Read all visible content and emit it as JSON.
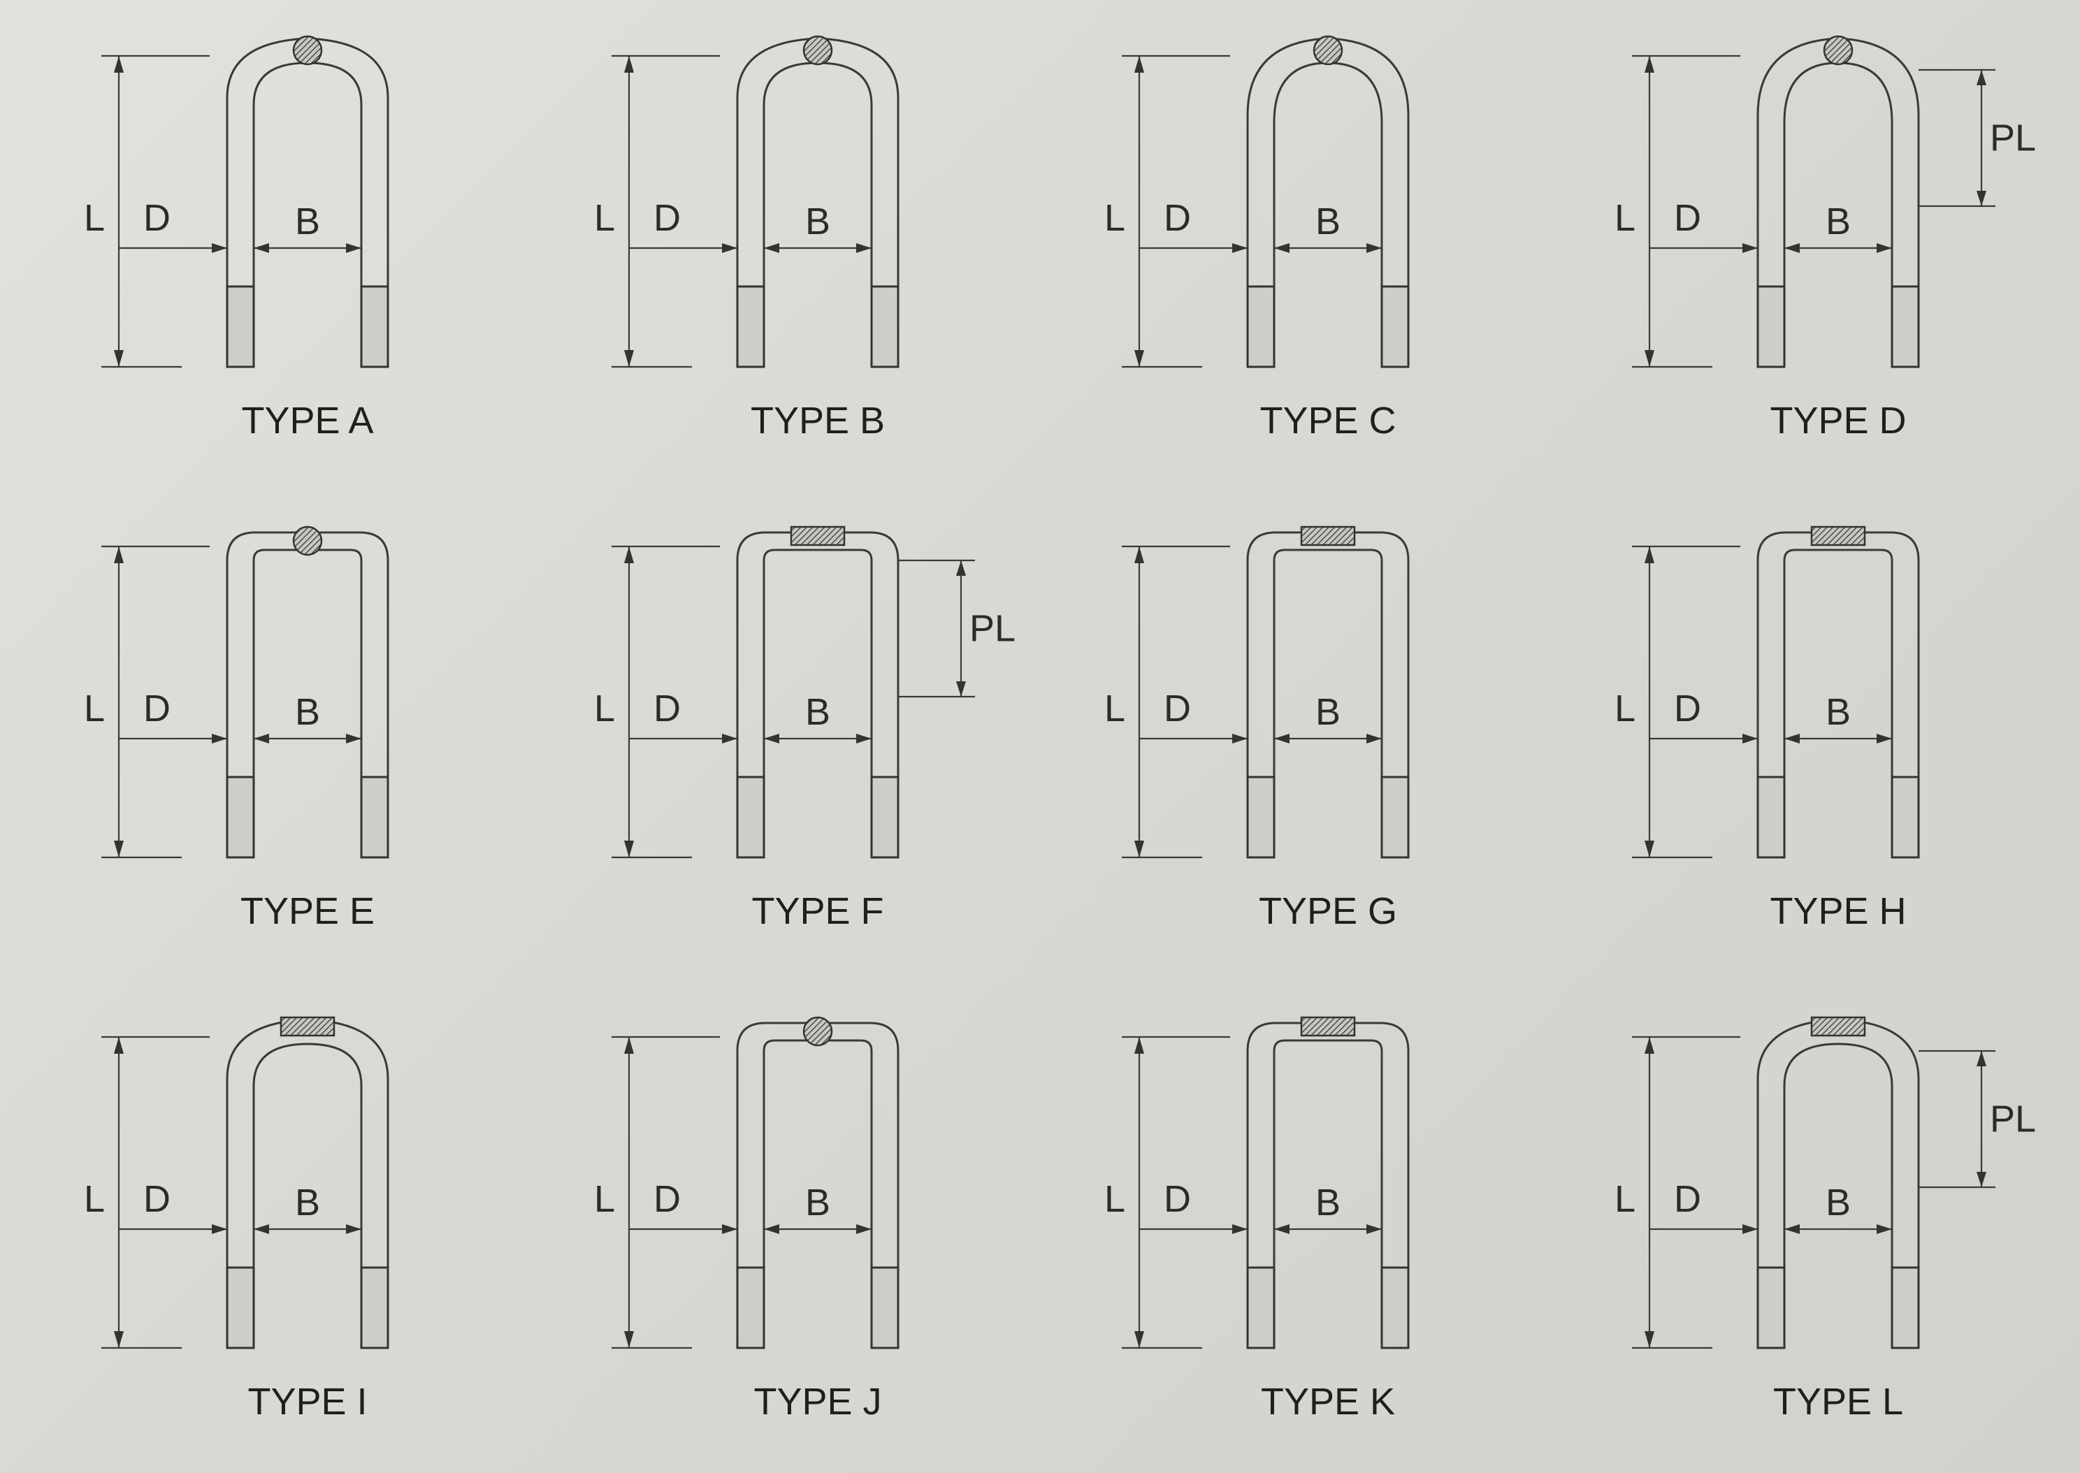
{
  "diagrams": [
    {
      "caption": "TYPE A",
      "L": "L",
      "D": "D",
      "B": "B",
      "top": "round",
      "legs": "straight",
      "pl": ""
    },
    {
      "caption": "TYPE B",
      "L": "L",
      "D": "D",
      "B": "B",
      "top": "flat",
      "legs": "taper",
      "pl": ""
    },
    {
      "caption": "TYPE C",
      "L": "L",
      "D": "D",
      "B": "B",
      "top": "round",
      "legs": "straight",
      "pl": ""
    },
    {
      "caption": "TYPE D",
      "L": "L",
      "D": "D",
      "B": "B",
      "top": "flat",
      "legs": "taper",
      "pl": "PL"
    },
    {
      "caption": "TYPE E",
      "L": "L",
      "D": "D",
      "B": "B",
      "top": "round",
      "legs": "straight",
      "pl": ""
    },
    {
      "caption": "TYPE F",
      "L": "L",
      "D": "D",
      "B": "B",
      "top": "split",
      "legs": "taper",
      "pl": "PL"
    },
    {
      "caption": "TYPE G",
      "L": "L",
      "D": "D",
      "B": "B",
      "top": "none",
      "legs": "taper",
      "pl": ""
    },
    {
      "caption": "TYPE H",
      "L": "L",
      "D": "D",
      "B": "B",
      "top": "none",
      "legs": "taper",
      "pl": ""
    },
    {
      "caption": "TYPE I",
      "L": "L",
      "D": "D",
      "B": "B",
      "top": "split",
      "legs": "taper",
      "pl": ""
    },
    {
      "caption": "TYPE J",
      "L": "L",
      "D": "D",
      "B": "B",
      "top": "round",
      "legs": "straight",
      "pl": ""
    },
    {
      "caption": "TYPE K",
      "L": "L",
      "D": "D",
      "B": "B",
      "top": "split",
      "legs": "taper",
      "pl": ""
    },
    {
      "caption": "TYPE L",
      "L": "L",
      "D": "D",
      "B": "B",
      "top": "none",
      "legs": "taper",
      "pl": "PL"
    }
  ]
}
